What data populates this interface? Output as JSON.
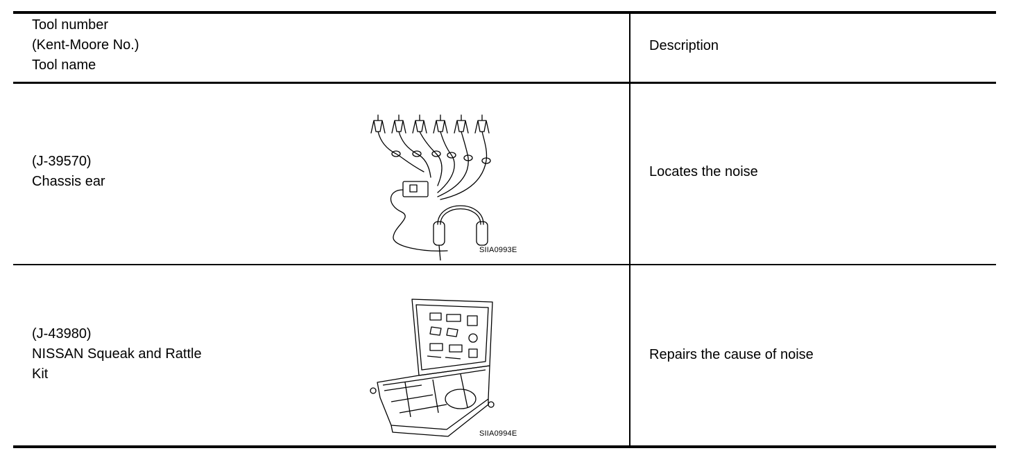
{
  "header": {
    "tool_lines": [
      "Tool number",
      "(Kent-Moore No.)",
      "Tool name"
    ],
    "description": "Description"
  },
  "rows": [
    {
      "tool_number": "(J-39570)",
      "tool_name_lines": [
        "Chassis ear"
      ],
      "figure_code": "SIIA0993E",
      "description": "Locates the noise"
    },
    {
      "tool_number": "(J-43980)",
      "tool_name_lines": [
        "NISSAN Squeak and Rattle",
        "Kit"
      ],
      "figure_code": "SIIA0994E",
      "description": "Repairs the cause of noise"
    }
  ],
  "icons": {
    "row0": "chassis-ear-headphones-clips-illustration",
    "row1": "squeak-rattle-kit-case-illustration"
  }
}
